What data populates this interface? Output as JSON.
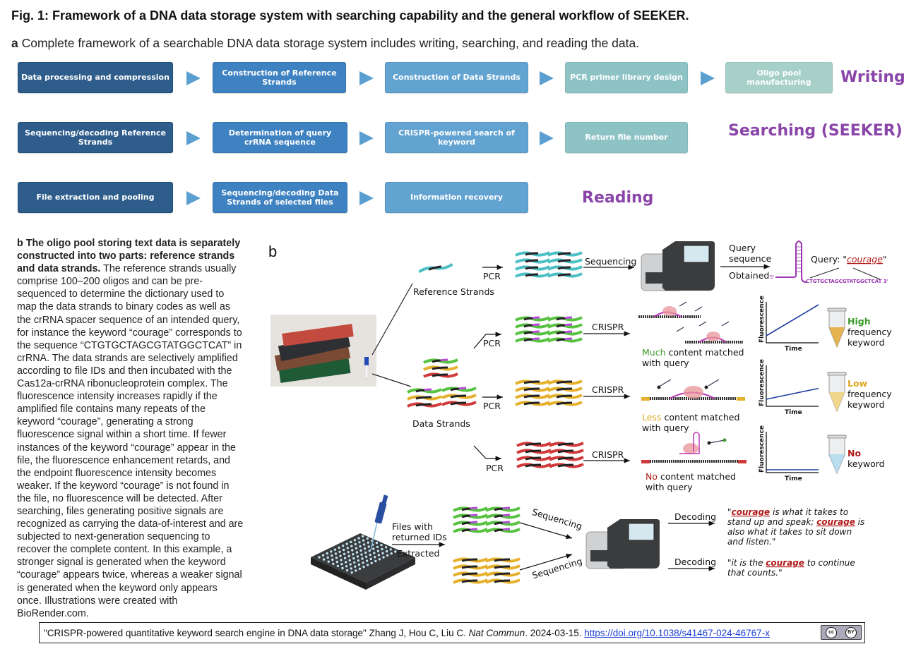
{
  "figure": {
    "title": "Fig. 1: Framework of a DNA data storage system with searching capability and the general workflow of SEEKER.",
    "panel_a_letter": "a",
    "panel_a_caption": "Complete framework of a searchable DNA data storage system includes writing, searching, and reading the data."
  },
  "flow": {
    "writing": {
      "label": "Writing",
      "steps": [
        "Data processing and compression",
        "Construction of Reference Strands",
        "Construction of Data Strands",
        "PCR primer library design",
        "Oligo pool manufacturing"
      ]
    },
    "searching": {
      "label": "Searching (SEEKER)",
      "steps": [
        "Sequencing/decoding Reference Strands",
        "Determination of query crRNA sequence",
        "CRISPR-powered search of keyword",
        "Return file number"
      ]
    },
    "reading": {
      "label": "Reading",
      "steps": [
        "File extraction and pooling",
        "Sequencing/decoding Data Strands of selected files",
        "Information recovery"
      ]
    },
    "colors": {
      "step1": "#2e5d8c",
      "step2": "#3f82c2",
      "step3": "#62a3d2",
      "step4": "#8ec3c6",
      "step5": "#a7d0c8",
      "arrow": "#5a9fd0",
      "phase": "#8a45a8"
    }
  },
  "panel_b": {
    "letter": "b",
    "caption_bold": "b The oligo pool storing text data is separately constructed into two parts: reference strands and data strands.",
    "caption_body": " The reference strands usually comprise 100–200 oligos and can be pre-sequenced to determine the dictionary used to map the data strands to binary codes as well as the crRNA spacer sequence of an intended query, for instance the keyword “courage” corresponds to the sequence “CTGTGCTAGCGTATGGCTCAT” in crRNA. The data strands are selectively amplified according to file IDs and then incubated with the Cas12a-crRNA ribonucleoprotein complex. The fluorescence intensity increases rapidly if the amplified file contains many repeats of the keyword “courage”, generating a strong fluorescence signal within a short time. If fewer instances of the keyword “courage” appear in the file, the fluorescence enhancement retards, and the endpoint fluorescence intensity becomes weaker. If the keyword “courage” is not found in the file, no fluorescence will be detected. After searching, files generating positive signals are recognized as carrying the data-of-interest and are subjected to next-generation sequencing to recover the complete content. In this example, a stronger signal is generated when the keyword “courage” appears twice, whereas a weaker signal is generated when the keyword only appears once. Illustrations were created with BioRender.com.",
    "diagram": {
      "reference_strands": "Reference Strands",
      "data_strands": "Data Strands",
      "pcr": "PCR",
      "sequencing": "Sequencing",
      "crispr": "CRISPR",
      "query_seq_1": "Query",
      "query_seq_2": "sequence",
      "query_seq_3": "Obtained",
      "five_prime": "5'",
      "query_label": "Query: \"",
      "query_word": "courage",
      "query_close": "\"",
      "crrna_sequence": "CTGTGCTAGCGTATGGCTCAT 3'",
      "axis_y": "Fluorescence",
      "axis_x": "Time",
      "outcomes": [
        {
          "highlight": "Much",
          "rest": " content matched",
          "line2": "with query",
          "tube_word": "High",
          "tube_1": "frequency",
          "tube_2": "keyword",
          "color": "#3a9a2a",
          "fluorescence_slope": "high"
        },
        {
          "highlight": "Less",
          "rest": " content matched",
          "line2": "with query",
          "tube_word": "Low",
          "tube_1": "frequency",
          "tube_2": "keyword",
          "color": "#e0a820",
          "fluorescence_slope": "low"
        },
        {
          "highlight": "No",
          "rest": " content matched",
          "line2": "with query",
          "tube_word": "No",
          "tube_1": "keyword",
          "tube_2": "",
          "color": "#b01818",
          "fluorescence_slope": "none"
        }
      ],
      "files_1": "Files with",
      "files_2": "returned IDs",
      "extracted": "Extracted",
      "decoding": "Decoding",
      "quote1": {
        "l1_pre": "\"",
        "l1_kw": "courage",
        "l1_post": " is what it takes to",
        "l2_pre": "stand up and speak; ",
        "l2_kw": "courage",
        "l2_post": " is",
        "l3": "also what it takes to sit down",
        "l4": "and listen.\""
      },
      "quote2": {
        "l1_pre": "\"it is the ",
        "l1_kw": "courage",
        "l1_post": " to continue",
        "l2": "that counts.\""
      }
    }
  },
  "citation": {
    "title": "\"CRISPR-powered quantitative keyword search engine in DNA data storage\"",
    "authors": " Zhang J, Hou C, Liu C. ",
    "journal": "Nat Commun",
    "date": ". 2024-03-15. ",
    "doi": "https://doi.org/10.1038/s41467-024-46767-x",
    "license_cc": "cc",
    "license_by": "BY"
  }
}
